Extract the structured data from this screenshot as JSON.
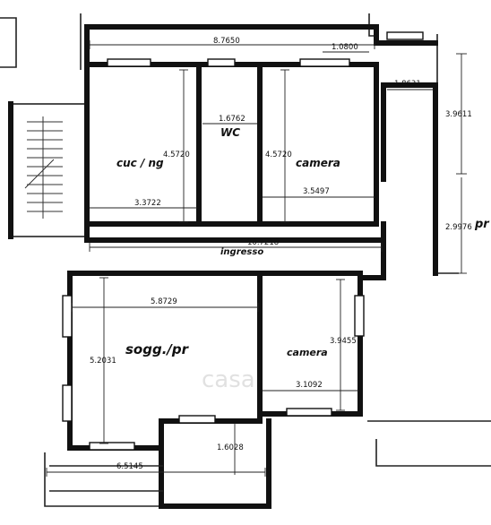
{
  "rooms": {
    "kitchen": "cuc / ng",
    "wc": "WC",
    "bedroom1": "camera",
    "corridor": "ingresso",
    "living": "sogg./pr",
    "bedroom2": "camera",
    "truncated_right": "pr"
  },
  "dimensions": {
    "top_total": "8.7650",
    "top_right_small": "1.0800",
    "right_room_width": "1.8631",
    "right_top_height": "3.9611",
    "right_lower_height": "2.9976",
    "wc_width": "1.6762",
    "kitchen_height": "4.5720",
    "bedroom1_height": "4.5720",
    "kitchen_width": "3.3722",
    "bedroom1_width": "3.5497",
    "corridor_width": "10.7218",
    "living_width": "5.8729",
    "living_height": "5.2031",
    "bedroom2_height": "3.9455",
    "bedroom2_width": "3.1092",
    "balcony_depth": "1.6028",
    "balcony_width": "6.5145"
  },
  "watermark": "casa"
}
